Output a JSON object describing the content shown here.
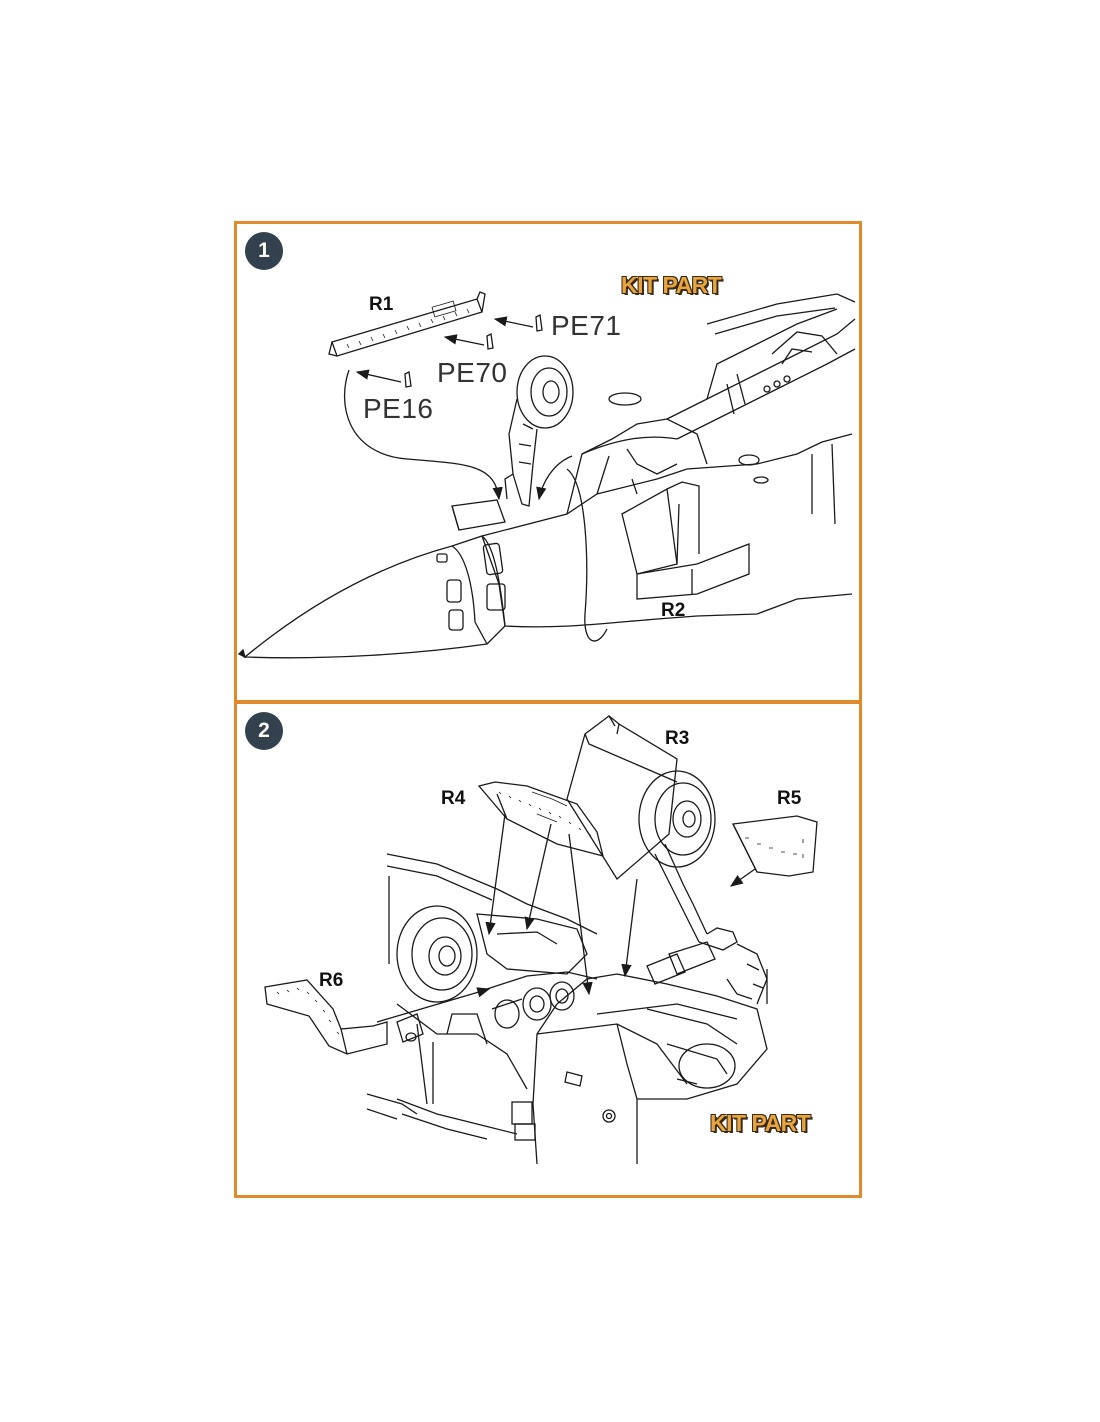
{
  "steps": [
    {
      "number": "1",
      "kit_part": "KIT PART",
      "parts": {
        "r1": "R1",
        "pe71": "PE71",
        "pe70": "PE70",
        "pe16": "PE16",
        "r2": "R2"
      }
    },
    {
      "number": "2",
      "kit_part": "KIT PART",
      "parts": {
        "r3": "R3",
        "r4": "R4",
        "r5": "R5",
        "r6": "R6"
      }
    }
  ],
  "colors": {
    "panel_border": "#e08a2c",
    "badge": "#33414e",
    "kit_part_fill": "#e9a53c",
    "kit_part_outline": "#3a2a18",
    "line_art": "#1a1a1a"
  }
}
